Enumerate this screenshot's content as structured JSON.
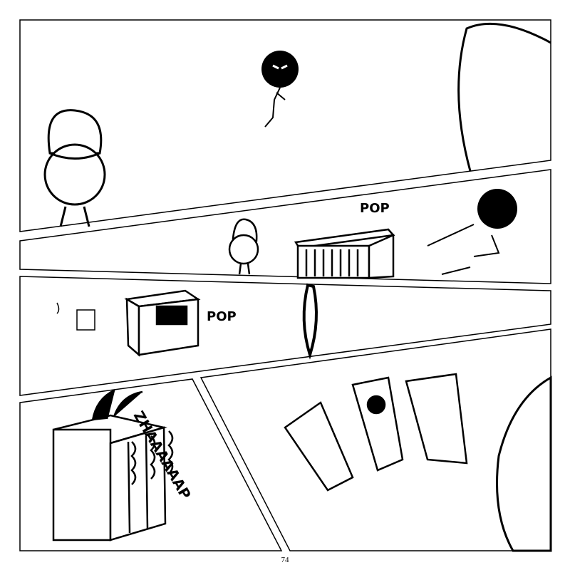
{
  "sfx": {
    "pop_1": "POP",
    "pop_2": "POP",
    "zhap": "ZHAAAAAAP"
  },
  "page_number": "74"
}
